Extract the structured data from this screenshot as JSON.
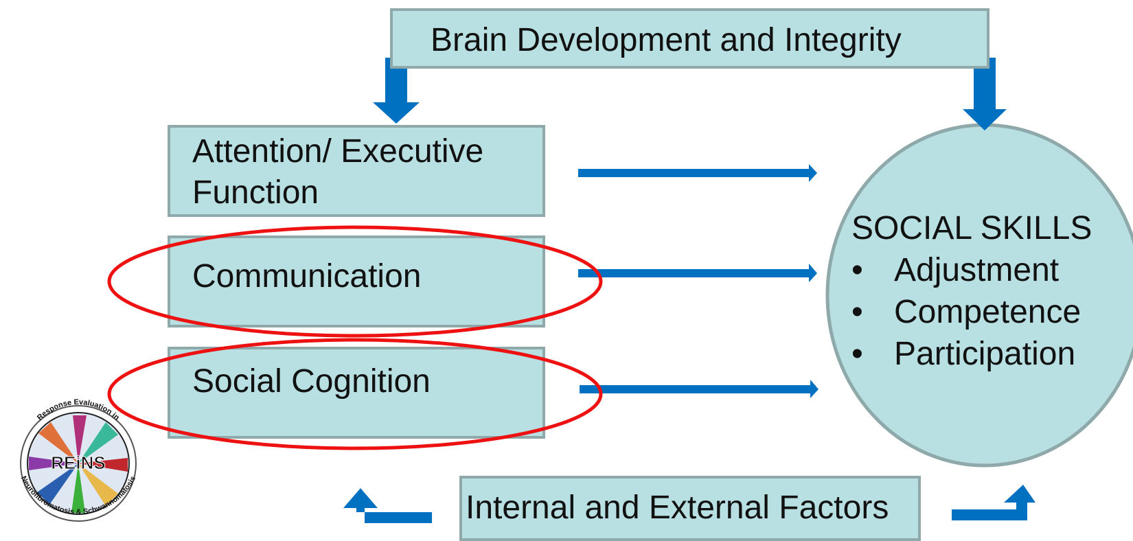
{
  "diagram": {
    "top_box": "Brain Development and Integrity",
    "left_boxes": [
      {
        "lines": [
          "Attention/ Executive",
          "Function"
        ]
      },
      {
        "lines": [
          "Communication"
        ]
      },
      {
        "lines": [
          "Social Cognition"
        ]
      }
    ],
    "circle": {
      "title": "SOCIAL SKILLS",
      "bullet": "•",
      "items": [
        "Adjustment",
        "Competence",
        "Participation"
      ]
    },
    "bottom_box": "Internal and External Factors"
  },
  "logo": {
    "label": "REiNS",
    "ring_top": "Response Evaluation in",
    "ring_bottom": "Neurofibromatosis & Schwannomatosis"
  },
  "colors": {
    "box_fill": "#b8dfe2",
    "box_border": "#8fa9ab",
    "arrow": "#0070c0",
    "highlight_ellipse": "#ee1111"
  }
}
